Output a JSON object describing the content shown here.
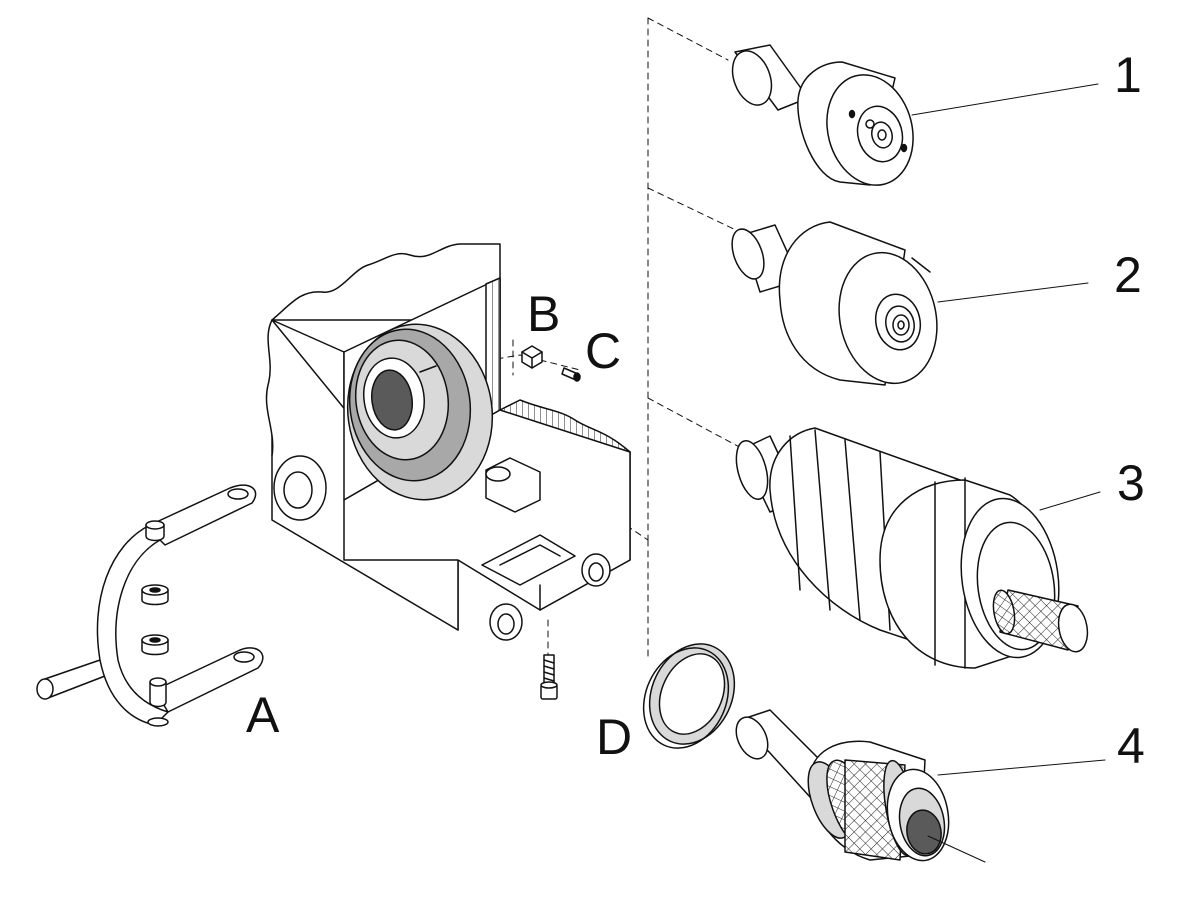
{
  "labels": {
    "A": "A",
    "B": "B",
    "C": "C",
    "D": "D",
    "n1": "1",
    "n2": "2",
    "n3": "3",
    "n4": "4"
  },
  "colors": {
    "ink": "#111111",
    "face": "#ffffff",
    "light_gray": "#d9d9d9",
    "mid_gray": "#a8a8a8",
    "dark_gray": "#5a5a5a"
  },
  "parts": [
    {
      "id": "A",
      "icon": "tool-holder-yoke-icon"
    },
    {
      "id": "B",
      "icon": "key-block-icon"
    },
    {
      "id": "C",
      "icon": "set-screw-icon"
    },
    {
      "id": "D",
      "icon": "retaining-ring-icon"
    },
    {
      "id": "1",
      "icon": "short-drum-adapter-icon"
    },
    {
      "id": "2",
      "icon": "drum-adapter-icon"
    },
    {
      "id": "3",
      "icon": "knurled-adapter-icon"
    },
    {
      "id": "4",
      "icon": "knurled-collet-adapter-icon"
    }
  ]
}
